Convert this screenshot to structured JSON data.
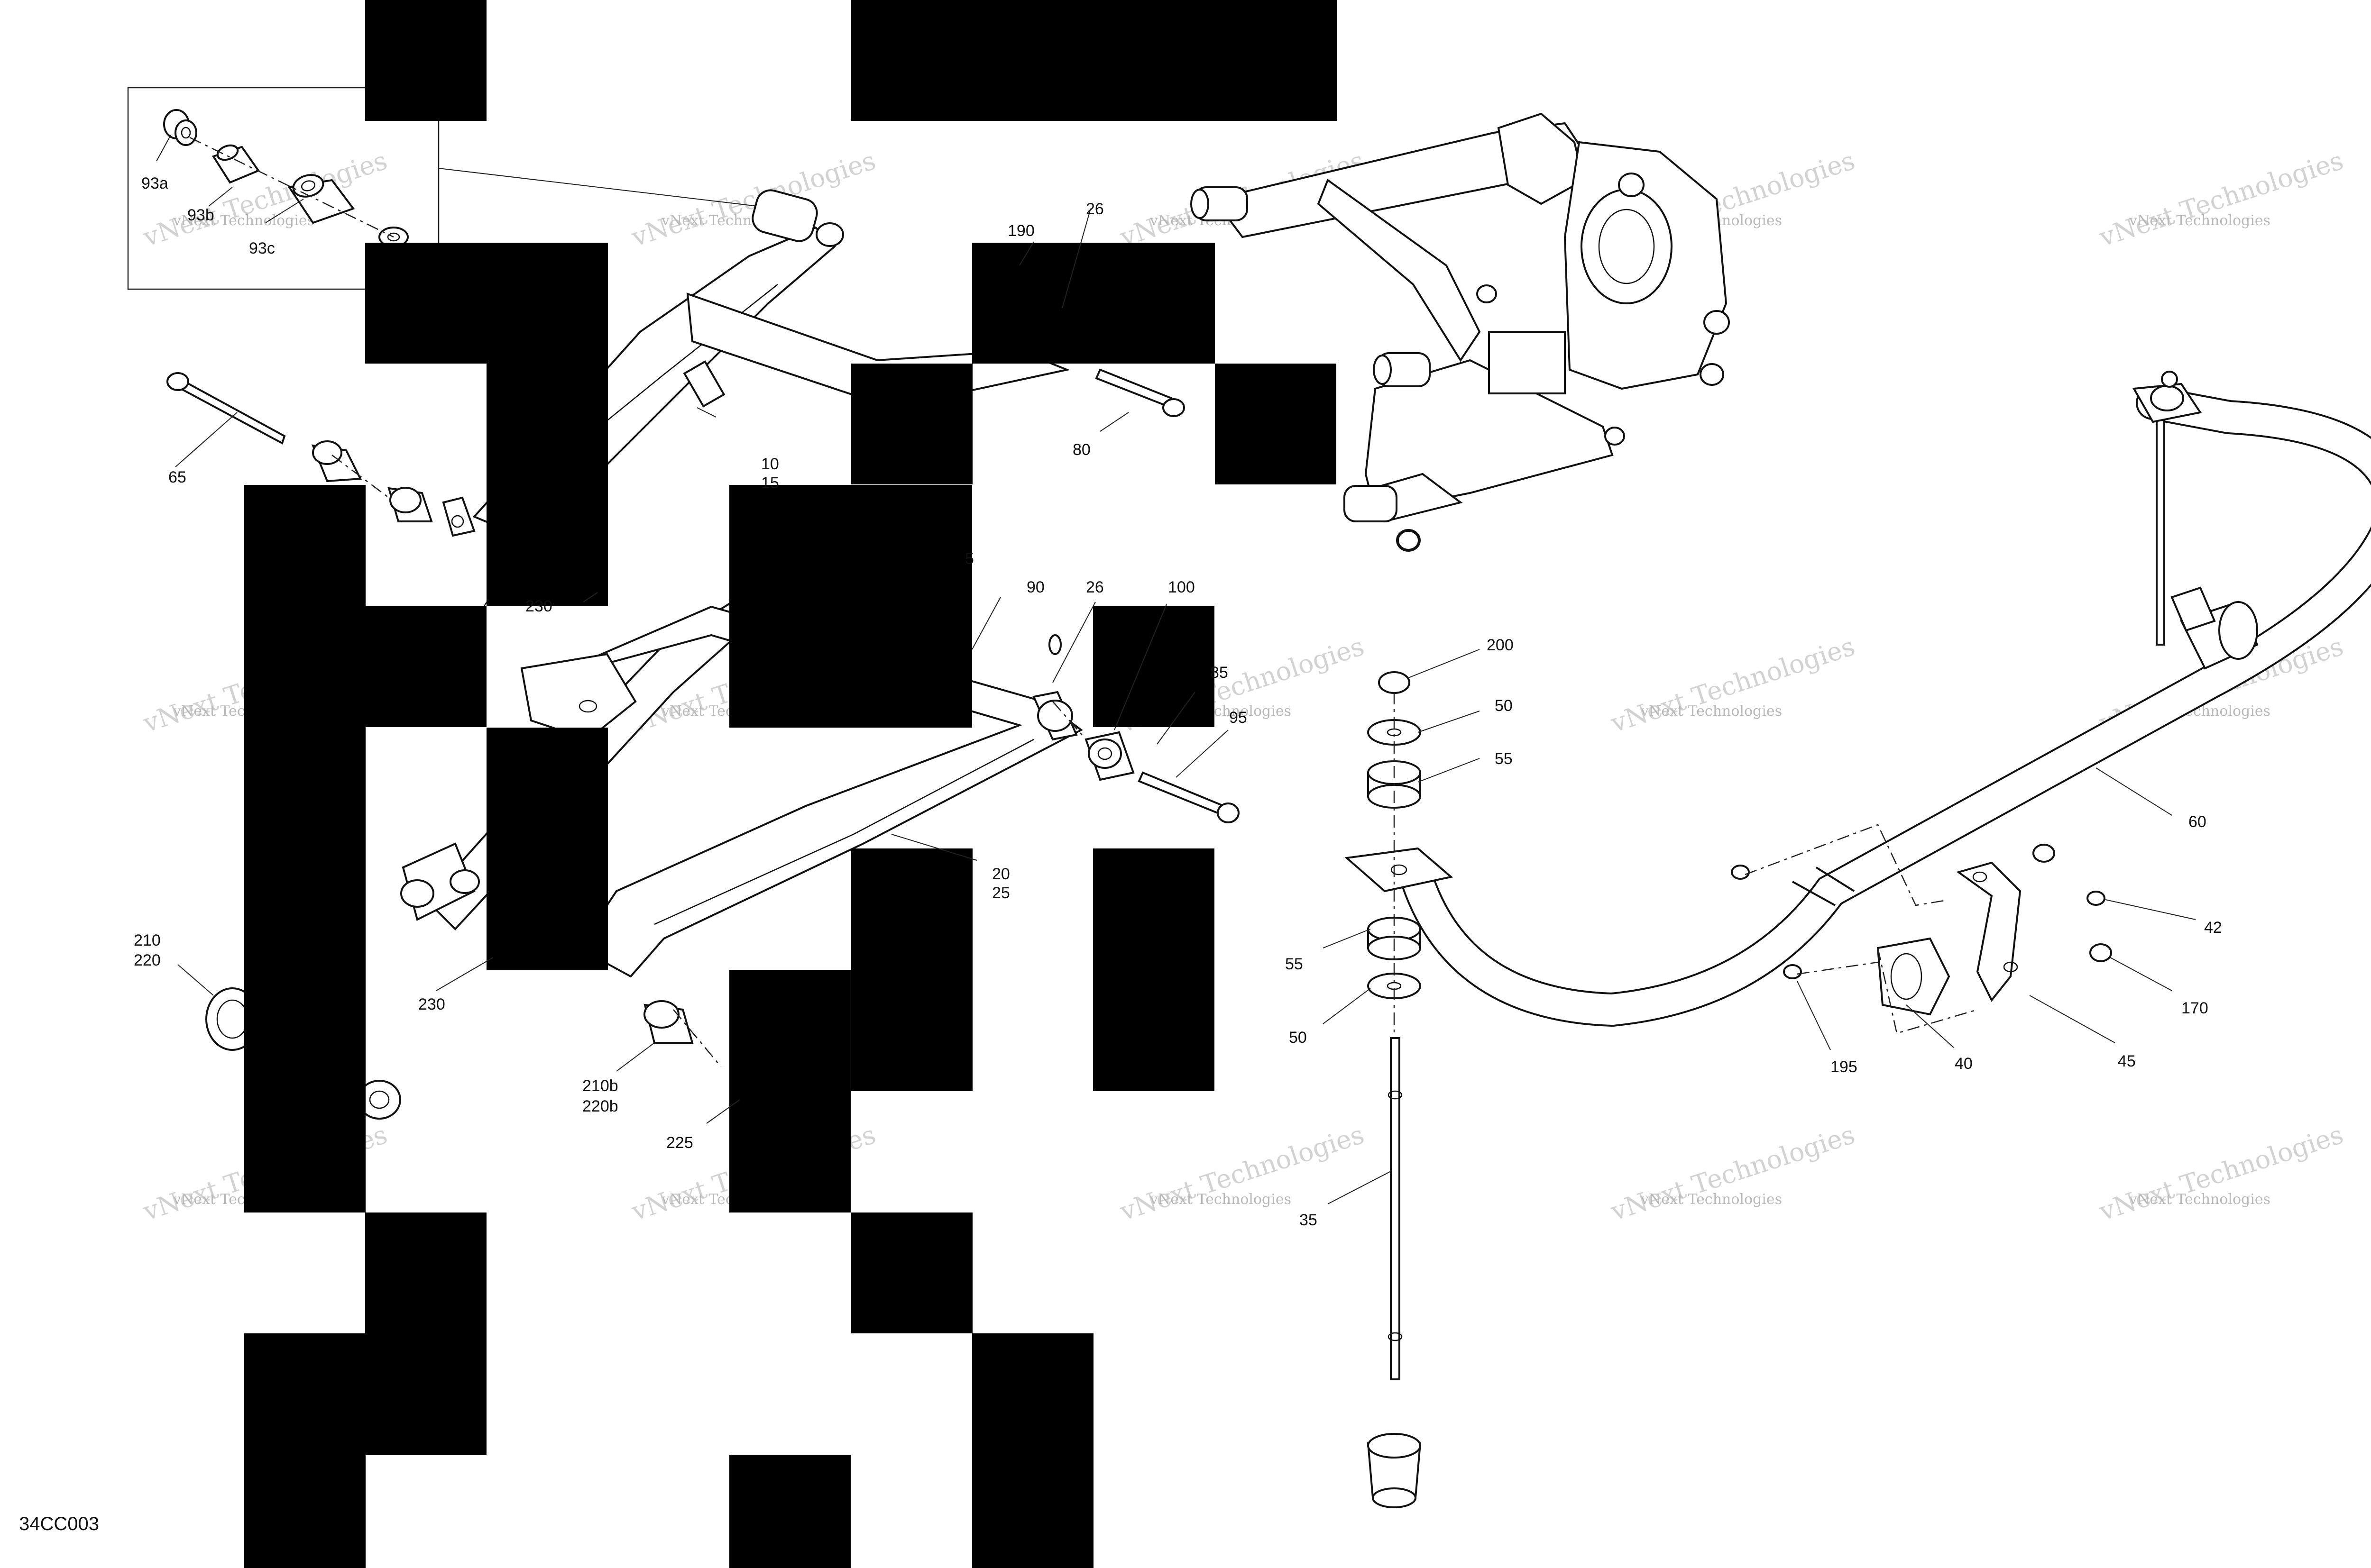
{
  "diagram": {
    "figure_code": "34CC003",
    "watermark": {
      "line1": "vNext Technologies",
      "line2": "vNext Technologies"
    },
    "callouts": [
      {
        "id": "c93a",
        "text": "93a"
      },
      {
        "id": "c93b",
        "text": "93b"
      },
      {
        "id": "c93c",
        "text": "93c"
      },
      {
        "id": "c65",
        "text": "65"
      },
      {
        "id": "c10",
        "text": "10"
      },
      {
        "id": "c15",
        "text": "15"
      },
      {
        "id": "c190",
        "text": "190"
      },
      {
        "id": "c26a",
        "text": "26"
      },
      {
        "id": "c80",
        "text": "80"
      },
      {
        "id": "c5",
        "text": "5"
      },
      {
        "id": "c90",
        "text": "90"
      },
      {
        "id": "c26b",
        "text": "26"
      },
      {
        "id": "c100",
        "text": "100"
      },
      {
        "id": "c85",
        "text": "85"
      },
      {
        "id": "c95",
        "text": "95"
      },
      {
        "id": "c230a",
        "text": "230"
      },
      {
        "id": "c230b",
        "text": "230"
      },
      {
        "id": "c20",
        "text": "20"
      },
      {
        "id": "c25",
        "text": "25"
      },
      {
        "id": "c210",
        "text": "210"
      },
      {
        "id": "c220",
        "text": "220"
      },
      {
        "id": "c210b",
        "text": "210b"
      },
      {
        "id": "c220b",
        "text": "220b"
      },
      {
        "id": "c225",
        "text": "225"
      },
      {
        "id": "c200",
        "text": "200"
      },
      {
        "id": "c50a",
        "text": "50"
      },
      {
        "id": "c55a",
        "text": "55"
      },
      {
        "id": "c55b",
        "text": "55"
      },
      {
        "id": "c50b",
        "text": "50"
      },
      {
        "id": "c35",
        "text": "35"
      },
      {
        "id": "c60",
        "text": "60"
      },
      {
        "id": "c42",
        "text": "42"
      },
      {
        "id": "c170",
        "text": "170"
      },
      {
        "id": "c195",
        "text": "195"
      },
      {
        "id": "c40",
        "text": "40"
      },
      {
        "id": "c45",
        "text": "45"
      }
    ]
  }
}
